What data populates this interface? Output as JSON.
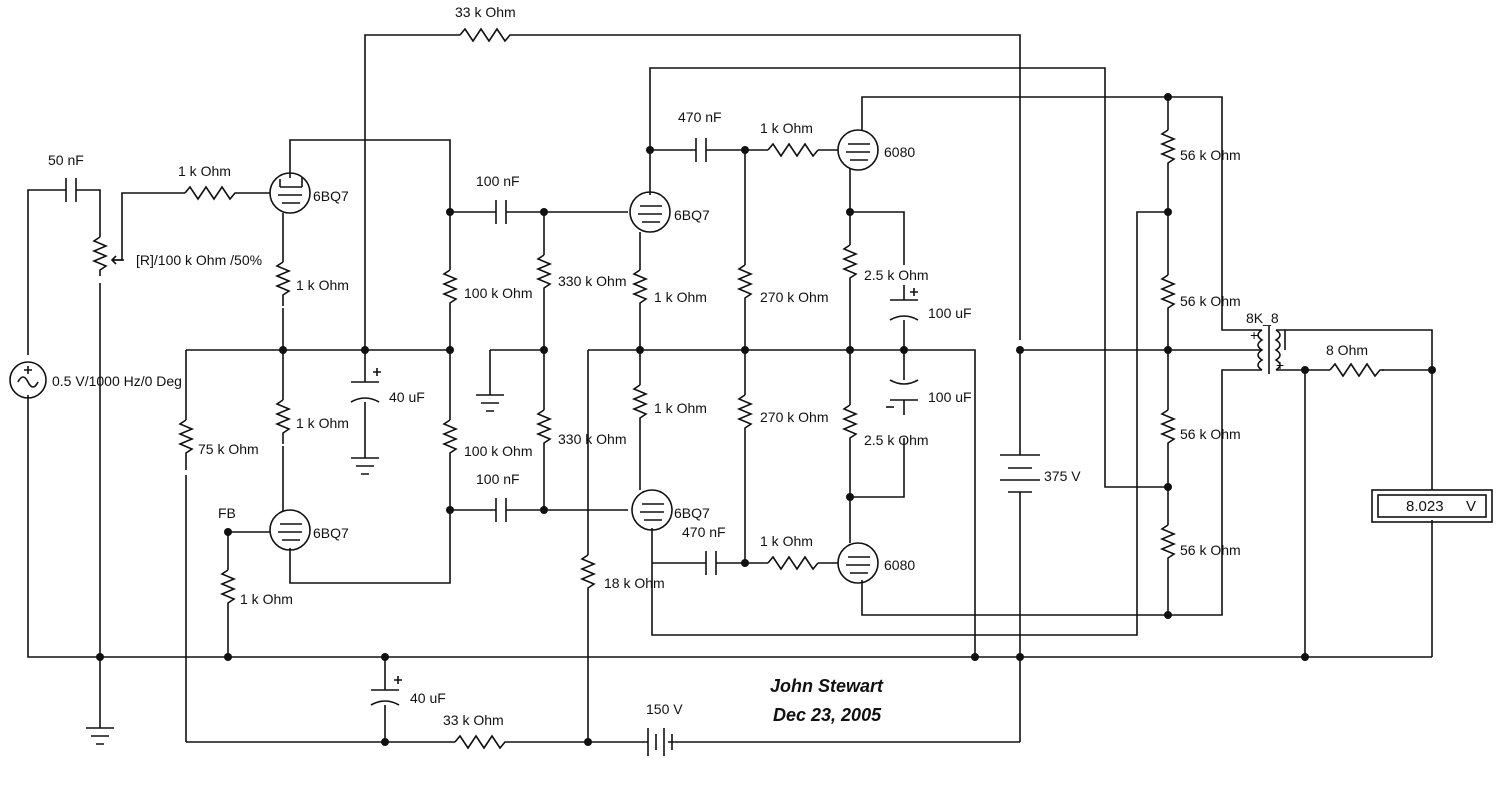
{
  "labels": {
    "r_fb_33k_top": "33 k Ohm",
    "c_in": "50 nF",
    "r_grid_1k": "1 k Ohm",
    "pot": "[R]/100 k Ohm /50%",
    "source": "0.5 V/1000 Hz/0 Deg",
    "tube_v1": "6BQ7",
    "tube_v2": "6BQ7",
    "tube_v3": "6BQ7",
    "tube_v4": "6BQ7",
    "tube_v5": "6080",
    "tube_v6": "6080",
    "r_v1_cath": "1 k Ohm",
    "r_v2_plate": "1 k Ohm",
    "r_75k": "75 k Ohm",
    "fb_node": "FB",
    "r_fb_1k": "1 k Ohm",
    "c_40uF_mid": "40 uF",
    "c_100nF_top": "100 nF",
    "c_100nF_bot": "100 nF",
    "r_100k_top": "100 k Ohm",
    "r_100k_bot": "100 k Ohm",
    "r_330k_top": "330 k Ohm",
    "r_330k_bot": "330 k Ohm",
    "r_v3_cath": "1 k Ohm",
    "r_v4_plate": "1 k Ohm",
    "c_470nF_top": "470 nF",
    "c_470nF_bot": "470 nF",
    "r_1k_grid_top": "1 k Ohm",
    "r_1k_grid_bot": "1 k Ohm",
    "r_270k_top": "270 k Ohm",
    "r_270k_bot": "270 k Ohm",
    "r_2k5_top": "2.5 k Ohm",
    "r_2k5_bot": "2.5 k Ohm",
    "c_100uF_top": "100 uF",
    "c_100uF_bot": "100 uF",
    "batt_375": "375 V",
    "r_56k_1": "56 k Ohm",
    "r_56k_2": "56 k Ohm",
    "r_56k_3": "56 k Ohm",
    "r_56k_4": "56 k Ohm",
    "xfmr": "8K_8",
    "r_load": "8  Ohm",
    "r_18k": "18 k Ohm",
    "c_40uF_bot": "40 uF",
    "r_33k_bot": "33 k Ohm",
    "batt_150": "150 V",
    "author": "John Stewart",
    "date": "Dec 23, 2005"
  },
  "meter": {
    "value": "8.023",
    "unit": "V"
  }
}
